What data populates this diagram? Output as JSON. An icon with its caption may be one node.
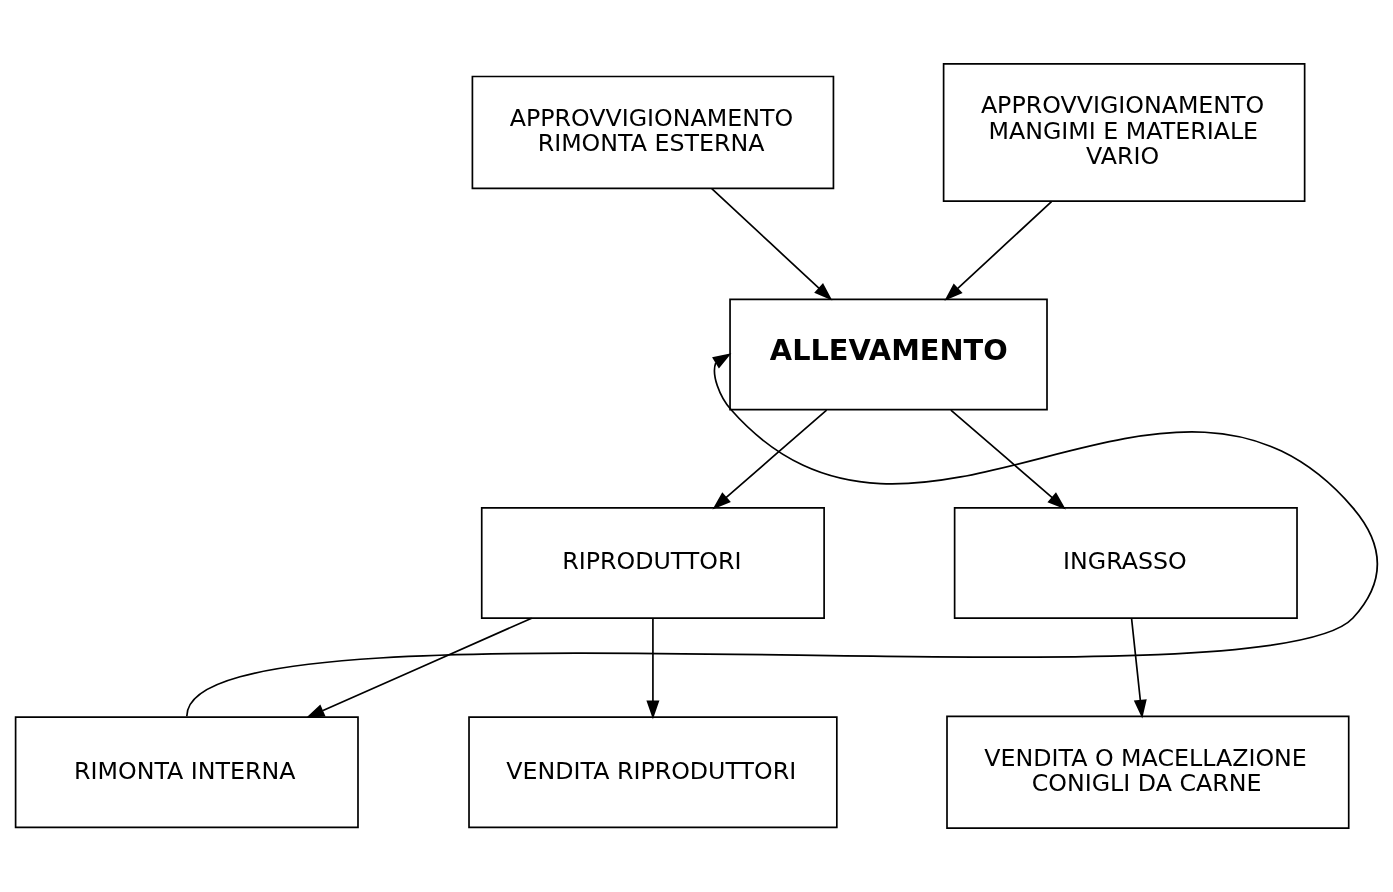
{
  "diagram": {
    "nodes": [
      {
        "text": [
          "APPROVVIGIONAMENTO RIMONTA ESTERNA"
        ]
      },
      {
        "text": [
          "APPROVVIGIONAMENTO MANGIMI E MATERIALE VARIO"
        ]
      },
      {
        "text": [
          "ALLEVAMENTO"
        ]
      },
      {
        "text": [
          "RIPRODUTTORI"
        ]
      },
      {
        "text": [
          "INGRASSO"
        ]
      },
      {
        "text": [
          "RIMONTA INTERNA"
        ]
      },
      {
        "text": [
          "VENDITA RIPRODUTTORI"
        ]
      },
      {
        "text": [
          "VENDITA O MACELLAZIONE CONIGLI DA CARNE"
        ]
      }
    ],
    "edges": [
      {
        "from": 0,
        "to": 2,
        "arrow": "to"
      },
      {
        "from": 1,
        "to": 2,
        "arrow": "to"
      },
      {
        "from": 2,
        "to": 3,
        "arrow": "to"
      },
      {
        "from": 2,
        "to": 4,
        "arrow": "to"
      },
      {
        "from": 3,
        "to": 5,
        "arrow": "to"
      },
      {
        "from": 3,
        "to": 6,
        "arrow": "to"
      },
      {
        "from": 4,
        "to": 7,
        "arrow": "to"
      },
      {
        "from": 5,
        "to": 2,
        "arrow": "to"
      }
    ]
  }
}
